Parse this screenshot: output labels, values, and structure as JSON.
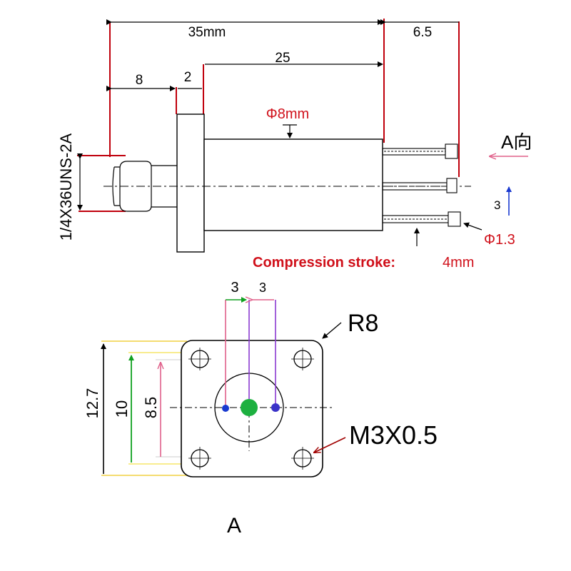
{
  "side_view": {
    "dim_overall": "35mm",
    "dim_body": "25",
    "dim_pins": "6.5",
    "dim_thread": "8",
    "dim_flange": "2",
    "diameter_body": "Φ8mm",
    "thread_spec": "1/4X36UNS-2A",
    "direction_label": "A向",
    "pin_pitch": "3",
    "pin_diameter": "Φ1.3",
    "stroke_label": "Compression stroke:",
    "stroke_value": "4mm"
  },
  "end_view": {
    "pitch_left": "3",
    "pitch_right": "3",
    "radius": "R8",
    "height_outer": "12.7",
    "height_mid": "10",
    "height_inner": "8.5",
    "screw_spec": "M3X0.5",
    "view_label": "A"
  },
  "colors": {
    "dim_red": "#c0000c",
    "label_red": "#d0101a",
    "pink": "#e0608a",
    "green": "#10a020",
    "purple": "#8a3ad0",
    "blue": "#1a3ad0",
    "gold": "#f0d040",
    "yellow": "#f5e66a",
    "dark_red": "#a00000"
  }
}
